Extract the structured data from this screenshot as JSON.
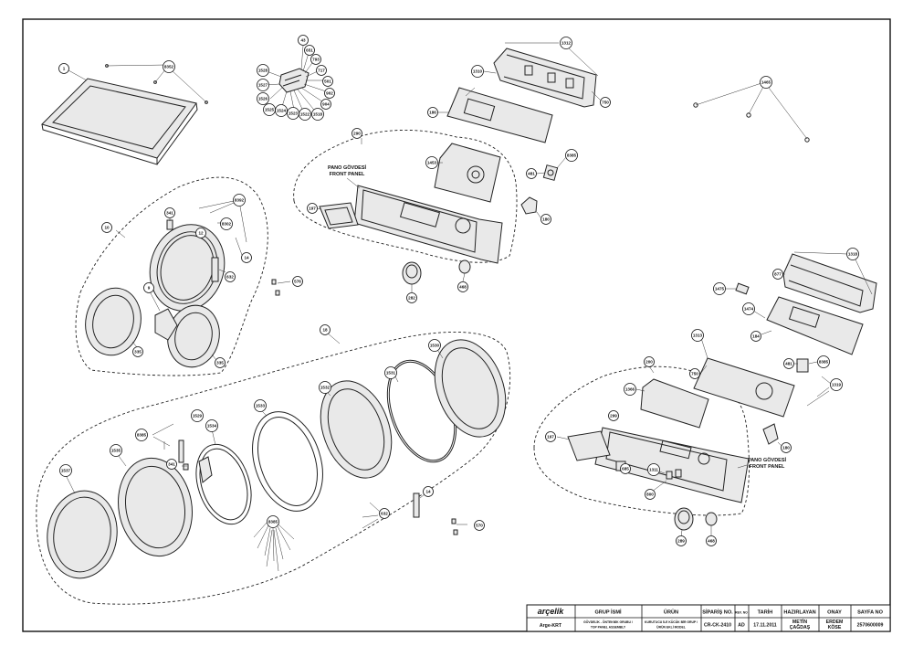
{
  "callouts": {
    "c1": "1",
    "c8352": "8352",
    "c43": "43",
    "c651": "651",
    "c793": "793",
    "c1528": "1528",
    "c717": "717",
    "c1527": "1527",
    "c501": "501",
    "c1526": "1526",
    "c902": "902",
    "c904": "904",
    "c1525": "1525",
    "c1524": "1524",
    "c1523": "1523",
    "c1522": "1522",
    "c1518": "1518",
    "c1312": "1312",
    "c1310": "1310",
    "c750": "750",
    "c1465": "1465",
    "c186": "186",
    "c290": "290",
    "c1453": "1453",
    "c481": "481",
    "c8385a": "8385",
    "c197": "197",
    "c180a": "180",
    "c10": "10",
    "c8392": "8392",
    "c341": "341",
    "c8302": "8302",
    "c12": "12",
    "c14": "14",
    "c9": "9",
    "c632": "632",
    "c576": "576",
    "c282": "282",
    "c468": "468",
    "c335a": "335",
    "c335b": "335",
    "c877": "877",
    "c1318": "1318",
    "c1475": "1475",
    "c1474": "1474",
    "c184": "184",
    "c1313": "1313",
    "c18": "18",
    "c1530": "1530",
    "c1531": "1531",
    "c1532": "1532",
    "c1533": "1533",
    "c1529": "1529",
    "c1534": "1534",
    "c8385b": "8385",
    "c1535": "1535",
    "c341b": "341",
    "c1537": "1537",
    "c8385c": "8385",
    "c632b": "632",
    "c14b": "14",
    "c570": "570",
    "c200": "200",
    "c1366": "1366",
    "c481b": "481",
    "c8385d": "8385",
    "c750b": "750",
    "c1319": "1319",
    "c299": "299",
    "c197b": "197",
    "c180b": "180",
    "c685": "685",
    "c1311": "1311",
    "c800": "800",
    "c289": "289",
    "c468b": "468"
  },
  "panel_captions": {
    "top": [
      "PANO GÖVDESİ",
      "FRONT PANEL"
    ],
    "bottom": [
      "PANO GÖVDESİ",
      "FRONT PANEL"
    ]
  },
  "title_block": {
    "brand": "arçelik",
    "brand_sub": "Arge-KRT",
    "headers": [
      "GRUP İSMİ",
      "ÜRÜN",
      "SİPARİŞ NO.",
      "REV. NO",
      "TARİH",
      "HAZIRLAYAN",
      "ONAY",
      "SAYFA NO"
    ],
    "group_name": [
      "GÖVDELİK - ÖNTEKNİK GRUBU /",
      "TOP PANEL ASSEMBLY"
    ],
    "product": [
      "KURUTUCU İLE KÜCÜK BİR GRUP /",
      "ÜRÜN EKLİ MODEL"
    ],
    "order_no": "CR-CK-2410",
    "rev_no": "AD",
    "date": "17.11.2011",
    "prepared_by": [
      "METİN",
      "ÇAĞDAŞ"
    ],
    "approved_by": [
      "ERDEM",
      "KÖSE"
    ],
    "page_no": "2570600009"
  },
  "colors": {
    "line": "#222222",
    "background": "#ffffff",
    "fill": "#e9e9e9"
  }
}
